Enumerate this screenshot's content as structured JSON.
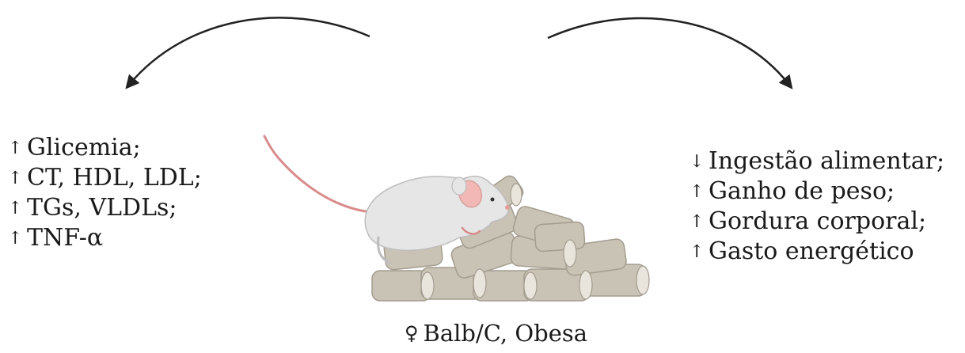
{
  "left_effects": [
    {
      "arrow": "↑",
      "label": "Glicemia;"
    },
    {
      "arrow": "↑",
      "label": "CT, HDL, LDL;"
    },
    {
      "arrow": "↑",
      "label": "TGs, VLDLs;"
    },
    {
      "arrow": "↑",
      "label": "TNF-α"
    }
  ],
  "right_effects": [
    {
      "arrow": "↓",
      "label": "Ingestão alimentar;"
    },
    {
      "arrow": "↑",
      "label": "Ganho de peso;"
    },
    {
      "arrow": "↑",
      "label": "Gordura corporal;"
    },
    {
      "arrow": "↑",
      "label": "Gasto energético"
    }
  ],
  "caption": {
    "symbol": "♀",
    "text": "Balb/C, Obesa"
  },
  "colors": {
    "mouse_body": "#e6e6e6",
    "mouse_ear": "#f2b8b5",
    "mouse_tail": "#d98a8a",
    "pellet": "#c9c3b6",
    "arrow": "#222222"
  }
}
